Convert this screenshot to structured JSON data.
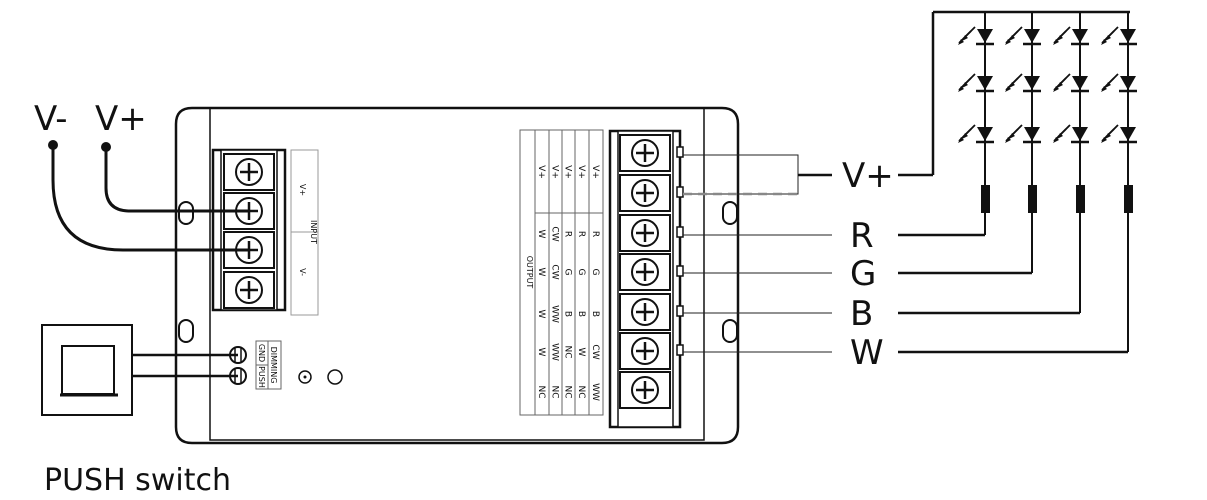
{
  "power": {
    "v_minus": "V-",
    "v_plus": "V+"
  },
  "input_strip": {
    "title": "INPUT",
    "plus": "V+",
    "minus": "V-"
  },
  "dimming": {
    "title": "DIMMING",
    "gnd": "GND",
    "push": "PUSH"
  },
  "output_table": {
    "title": "OUTPUT",
    "columns": [
      [
        "V+",
        "W",
        "W",
        "W",
        "W",
        "NC"
      ],
      [
        "V+",
        "CW",
        "CW",
        "WW",
        "WW",
        "NC"
      ],
      [
        "V+",
        "R",
        "G",
        "B",
        "NC",
        "NC"
      ],
      [
        "V+",
        "R",
        "G",
        "B",
        "W",
        "NC"
      ],
      [
        "V+",
        "R",
        "G",
        "B",
        "CW",
        "WW"
      ]
    ]
  },
  "channels": {
    "vplus": "V+",
    "r": "R",
    "g": "G",
    "b": "B",
    "w": "W"
  },
  "switch_label": "PUSH switch"
}
